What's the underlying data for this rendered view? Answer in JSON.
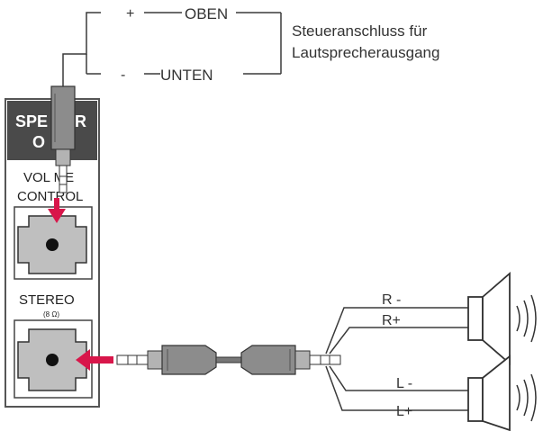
{
  "control": {
    "plus": "+",
    "oben": "OBEN",
    "minus": "-",
    "unten": "UNTEN",
    "description_line1": "Steueranschluss für",
    "description_line2": "Lautsprecherausgang"
  },
  "panel": {
    "speaker_out_line1": "SPE  KER",
    "speaker_out_line2": "O",
    "volume_line1": "VOL   ME",
    "volume_line2": "CONTROL",
    "stereo_label": "STEREO",
    "stereo_sub": "(8 Ω)"
  },
  "speakers": {
    "r_minus": "R -",
    "r_plus": "R+",
    "l_minus": "L -",
    "l_plus": "L+"
  },
  "colors": {
    "line": "#3a3a3a",
    "panel_header": "#4a4a4a",
    "arrow": "#d8164a",
    "jack_fill": "#bfbfbf",
    "plug_fill": "#8c8c8c"
  }
}
